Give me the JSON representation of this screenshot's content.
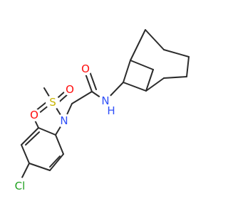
{
  "atoms": {
    "oxygen_carbonyl": {
      "label": "O",
      "color": "#ff0d0d"
    },
    "nitrogen_amide": {
      "label": "N",
      "color": "#3050f8"
    },
    "hydrogen_amide": {
      "label": "H",
      "color": "#3050f8"
    },
    "nitrogen_sulfonamide": {
      "label": "N",
      "color": "#3050f8"
    },
    "sulfur": {
      "label": "S",
      "color": "#c8b400"
    },
    "oxygen_sulfonyl_top": {
      "label": "O",
      "color": "#ff0d0d"
    },
    "oxygen_sulfonyl_bottom": {
      "label": "O",
      "color": "#ff0d0d"
    },
    "chlorine": {
      "label": "Cl",
      "color": "#1fa01f"
    }
  },
  "colors": {
    "bond": "#2b2b2b",
    "background": "#ffffff"
  }
}
